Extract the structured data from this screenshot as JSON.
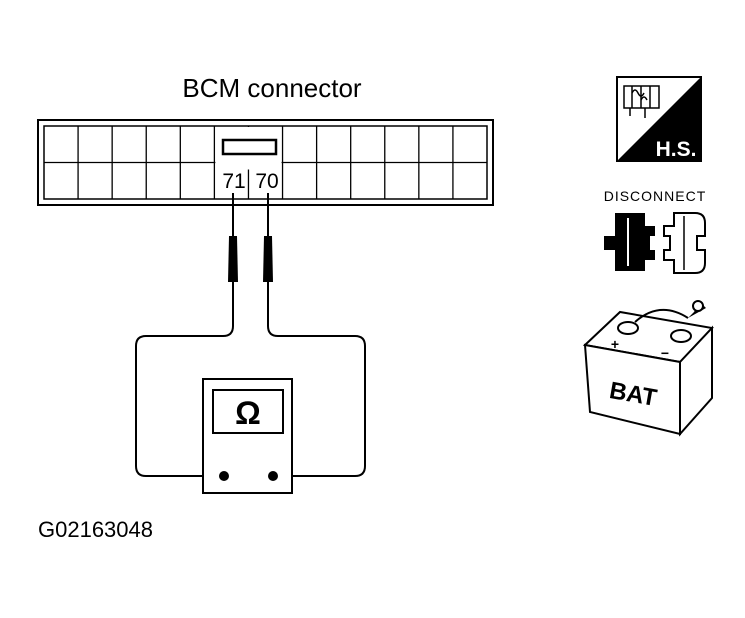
{
  "diagram": {
    "connector_title": "BCM connector",
    "terminal_left": "71",
    "terminal_right": "70",
    "meter_symbol": "Ω",
    "figure_id": "G02163048"
  },
  "icons": {
    "harness_side_label": "H.S.",
    "disconnect_label": "DISCONNECT",
    "battery_label": "BAT",
    "battery_plus": "+",
    "battery_minus": "−"
  }
}
